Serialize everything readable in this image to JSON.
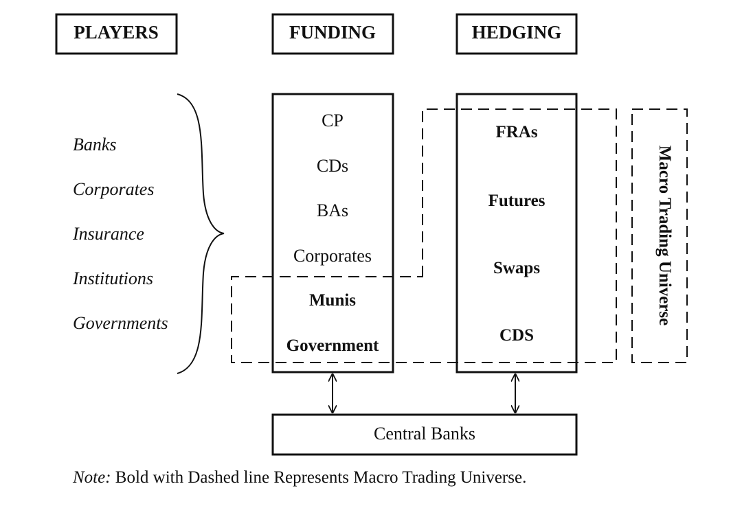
{
  "headers": {
    "players": "PLAYERS",
    "funding": "FUNDING",
    "hedging": "HEDGING"
  },
  "players": [
    "Banks",
    "Corporates",
    "Insurance",
    "Institutions",
    "Governments"
  ],
  "funding": {
    "regular": [
      "CP",
      "CDs",
      "BAs",
      "Corporates"
    ],
    "bold": [
      "Munis",
      "Government"
    ]
  },
  "hedging": [
    "FRAs",
    "Futures",
    "Swaps",
    "CDS"
  ],
  "macro_label": "Macro Trading Universe",
  "central_banks": "Central Banks",
  "note": {
    "label": "Note:",
    "text": " Bold with Dashed line Represents Macro Trading Universe."
  }
}
